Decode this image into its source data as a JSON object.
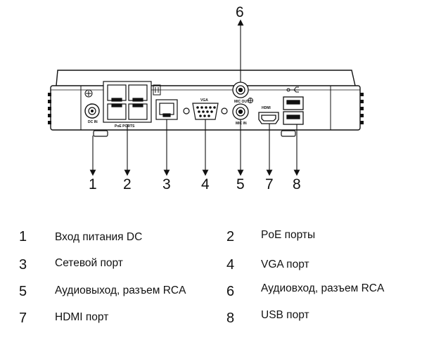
{
  "callouts": [
    "1",
    "2",
    "3",
    "4",
    "5",
    "6",
    "7",
    "8"
  ],
  "panel_labels": {
    "dc_in": "DC IN",
    "poe_ports": "PoE PORTS",
    "vga": "VGA",
    "hdmi": "HDMI",
    "mic_out": "MIC OUT",
    "mic_in": "MIC IN"
  },
  "legend": [
    {
      "num": "1",
      "text": "Вход питания DC"
    },
    {
      "num": "2",
      "text": "PoE порты"
    },
    {
      "num": "3",
      "text": "Сетевой порт"
    },
    {
      "num": "4",
      "text": "VGA порт"
    },
    {
      "num": "5",
      "text": "Аудиовыход, разъем RCA"
    },
    {
      "num": "6",
      "text": "Аудиовход, разъем RCA"
    },
    {
      "num": "7",
      "text": "HDMI порт"
    },
    {
      "num": "8",
      "text": "USB порт"
    }
  ]
}
